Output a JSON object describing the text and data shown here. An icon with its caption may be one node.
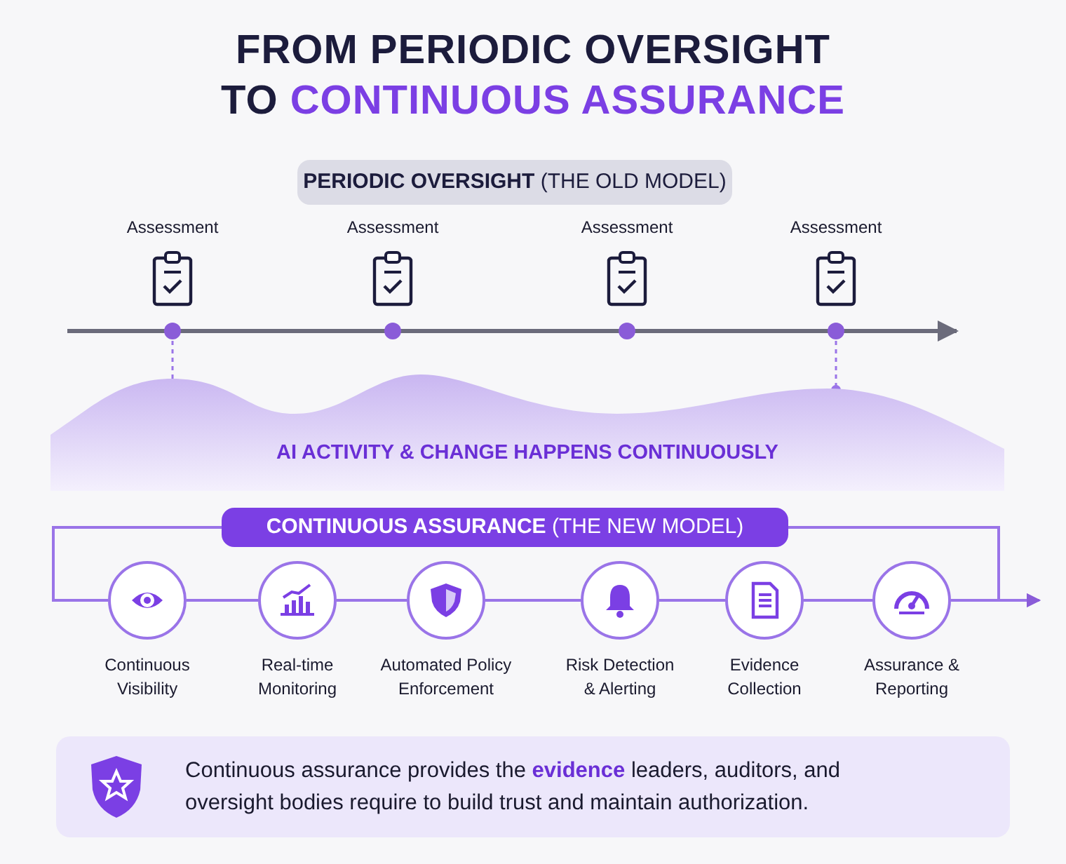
{
  "diagram": {
    "title": "FROM PERIODIC OVERSIGHT TO **CONTINUOUS ASSURANCE**",
    "nodes": [
      {
        "text": [
          "**PERIODIC OVERSIGHT** (THE OLD MODEL)"
        ]
      },
      {
        "text": [
          "Assessment"
        ]
      },
      {
        "text": [
          "Assessment"
        ]
      },
      {
        "text": [
          "Assessment"
        ]
      },
      {
        "text": [
          "Assessment"
        ]
      },
      {
        "text": [
          "AI ACTIVITY & CHANGE HAPPENS CONTINUOUSLY"
        ]
      },
      {
        "text": [
          "**CONTINUOUS ASSURANCE** (THE NEW MODEL)"
        ]
      },
      {
        "text": [
          "Continuous Visibility"
        ]
      },
      {
        "text": [
          "Real-time Monitoring"
        ]
      },
      {
        "text": [
          "Automated Policy Enforcement"
        ]
      },
      {
        "text": [
          "Risk Detection & Alerting"
        ]
      },
      {
        "text": [
          "Evidence Collection"
        ]
      },
      {
        "text": [
          "Assurance & Reporting"
        ]
      },
      {
        "text": [
          "Continuous assurance provides the **evidence** leaders, auditors, and oversight bodies require to build trust and maintain authorization."
        ]
      }
    ],
    "edges": [
      {
        "from": 6,
        "to": 7,
        "arrow": "none"
      },
      {
        "from": 7,
        "to": 8,
        "arrow": "none"
      },
      {
        "from": 8,
        "to": 9,
        "arrow": "none"
      },
      {
        "from": 9,
        "to": 10,
        "arrow": "none"
      },
      {
        "from": 10,
        "to": 11,
        "arrow": "none"
      },
      {
        "from": 11,
        "to": 12,
        "arrow": "none"
      },
      {
        "from": 12,
        "to": null,
        "arrow": "to"
      },
      {
        "from": 6,
        "to": null,
        "arrow": "to"
      }
    ]
  }
}
